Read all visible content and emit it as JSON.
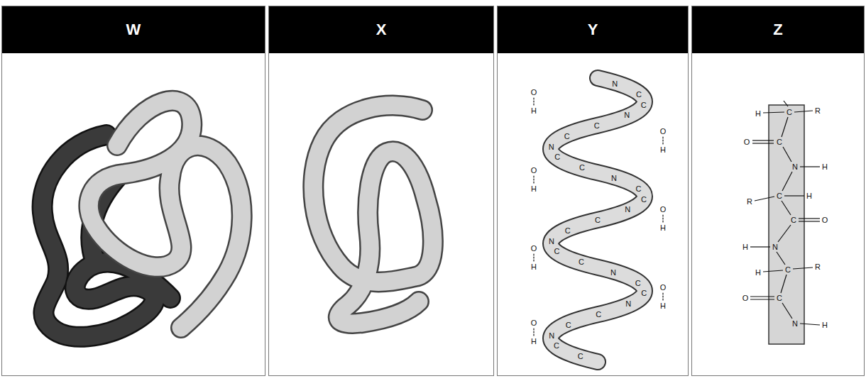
{
  "diagram": {
    "nodes": [
      {
        "text": [
          "W"
        ]
      },
      {
        "text": [
          "X"
        ]
      },
      {
        "text": [
          "Y"
        ]
      },
      {
        "text": [
          "Z"
        ]
      }
    ],
    "labels": [
      "N",
      "C",
      "C",
      "N",
      "C",
      "C",
      "N",
      "C",
      "C",
      "N",
      "C",
      "C",
      "N",
      "C",
      "C",
      "N",
      "C",
      "C",
      "N",
      "C",
      "C",
      "N",
      "C",
      "C",
      "N",
      "C",
      "C",
      "O",
      "H",
      "O",
      "H",
      "O",
      "H",
      "O",
      "H",
      "O",
      "H",
      "O",
      "H",
      "O",
      "H",
      "H",
      "C",
      "R",
      "O",
      "C",
      "N",
      "H",
      "R",
      "C",
      "H",
      "C",
      "O",
      "H",
      "N",
      "H",
      "C",
      "R",
      "O",
      "C",
      "N",
      "H"
    ]
  }
}
